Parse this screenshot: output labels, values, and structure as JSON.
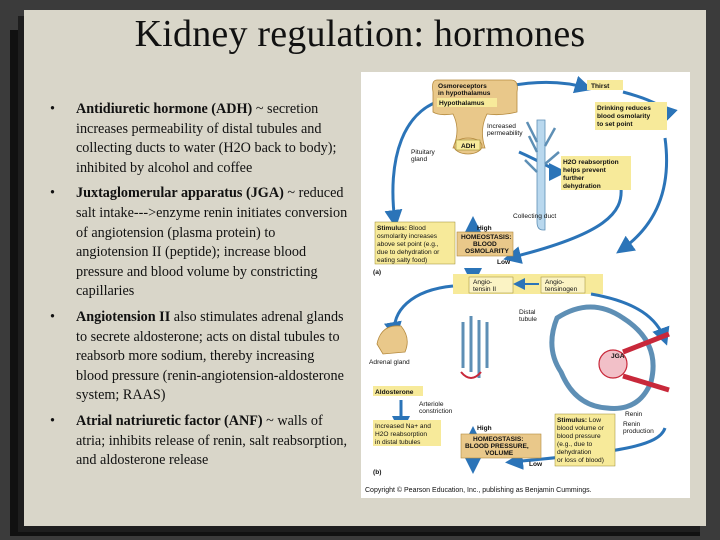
{
  "slide": {
    "title": "Kidney regulation:  hormones",
    "bullets": [
      {
        "bold": "Antidiuretic hormone (ADH)",
        "text": " ~ secretion increases permeability of distal tubules and collecting ducts to water (H2O back to body); inhibited by alcohol and coffee"
      },
      {
        "bold": "Juxtaglomerular apparatus (JGA)",
        "text": " ~ reduced salt intake--->enzyme renin initiates conversion of angiotension (plasma protein) to angiotension II (peptide); increase blood pressure and blood volume by constricting capillaries"
      },
      {
        "bold": "Angiotension II",
        "text": " also stimulates adrenal glands to secrete aldosterone; acts on distal tubules to reabsorb more sodium, thereby increasing blood pressure (renin-angiotension-aldosterone system; RAAS)"
      },
      {
        "bold": "Atrial natriuretic factor (ANF)",
        "text": " ~ walls of atria; inhibits release of renin, salt reabsorption, and aldosterone release"
      }
    ],
    "bullet_glyph": "•"
  },
  "figure": {
    "a": {
      "osmoreceptors": [
        "Osmoreceptors",
        "in hypothalamus"
      ],
      "hypothalamus": "Hypothalamus",
      "adh": "ADH",
      "pituitary": [
        "Pituitary",
        "gland"
      ],
      "increased_perm": [
        "Increased",
        "permeability"
      ],
      "thirst": "Thirst",
      "drinking": [
        "Drinking reduces",
        "blood osmolarity",
        "to set point"
      ],
      "h2o_reabs": [
        "H2O reabsorption",
        "helps prevent",
        "further",
        "dehydration"
      ],
      "collecting_duct": "Collecting duct",
      "stimulus_bold": "Stimulus:",
      "stimulus": [
        " Blood",
        "osmolarity increases",
        "above set point (e.g.,",
        "due to dehydration or",
        "eating salty food)"
      ],
      "high": "High",
      "homeostasis": [
        "HOMEOSTASIS:",
        "BLOOD",
        "OSMOLARITY"
      ],
      "low": "Low",
      "panel_label": "(a)"
    },
    "b": {
      "angio2": [
        "Angio-",
        "tensin II"
      ],
      "angiogen": [
        "Angio-",
        "tensinogen"
      ],
      "distal": [
        "Distal",
        "tubule"
      ],
      "adrenal": "Adrenal gland",
      "aldosterone": "Aldosterone",
      "arteriole": [
        "Arteriole",
        "constriction"
      ],
      "increased_na": [
        "Increased Na+ and",
        "H2O reabsorption",
        "in distal tubules"
      ],
      "high": "High",
      "homeostasis": [
        "HOMEOSTASIS:",
        "BLOOD PRESSURE,",
        "VOLUME"
      ],
      "low": "Low",
      "jga": "JGA",
      "stimulus_bold": "Stimulus:",
      "stimulus": [
        " Low",
        "blood volume or",
        "blood pressure",
        "(e.g., due to",
        "dehydration",
        "or loss of blood)"
      ],
      "renin": "Renin",
      "renin_production": [
        "Renin",
        "production"
      ],
      "panel_label": "(b)"
    },
    "copyright": "Copyright © Pearson Education, Inc., publishing as Benjamin Cummings.",
    "colors": {
      "blue_arrow": "#2b74b8",
      "yellow_box": "#f7ea9a",
      "tan": "#e9c88a",
      "duct": "#b9d8ee",
      "red": "#c8283a"
    }
  }
}
